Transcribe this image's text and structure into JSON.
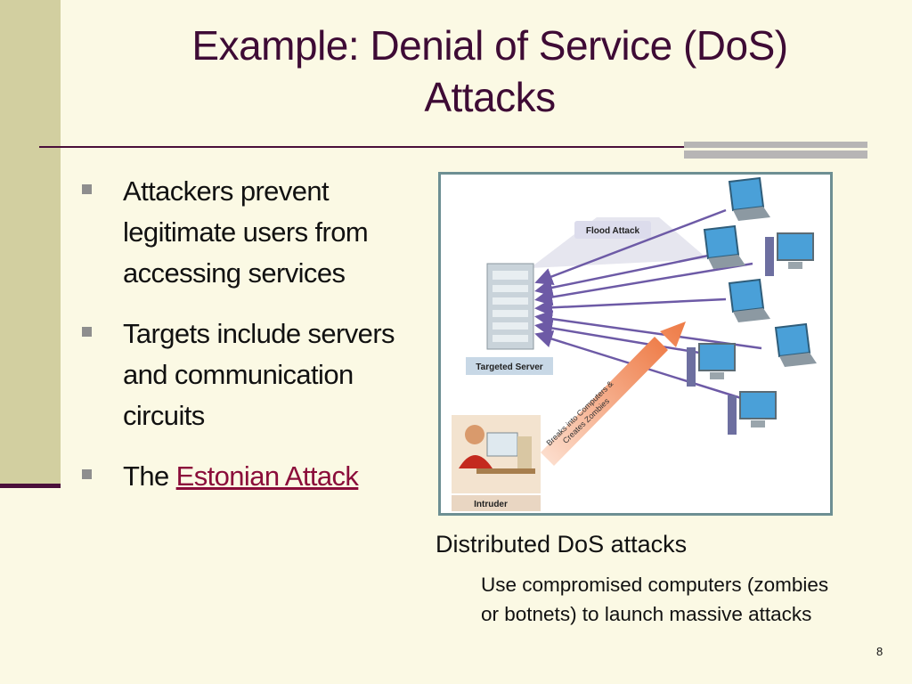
{
  "slide": {
    "title": "Example: Denial of Service (DoS) Attacks",
    "bullets": [
      {
        "text": "Attackers prevent legitimate users from accessing services"
      },
      {
        "text": "Targets include servers and communication circuits"
      },
      {
        "prefix": "The ",
        "link_text": "Estonian Attack"
      }
    ],
    "figure": {
      "flood_label": "Flood Attack",
      "server_label": "Targeted Server",
      "intruder_label": "Intruder",
      "arrow_label_line1": "Breaks into Computers &",
      "arrow_label_line2": "Creates Zombies"
    },
    "caption": {
      "main": "Distributed DoS attacks",
      "sub": "Use compromised computers (zombies or botnets) to launch massive attacks"
    },
    "page_number": "8",
    "colors": {
      "title": "#3e0b35",
      "accent_bar": "#d2cfa0",
      "link": "#8b0d3a",
      "arrow": "#f08a5d",
      "flood_arrow": "#6d5aa6"
    }
  }
}
